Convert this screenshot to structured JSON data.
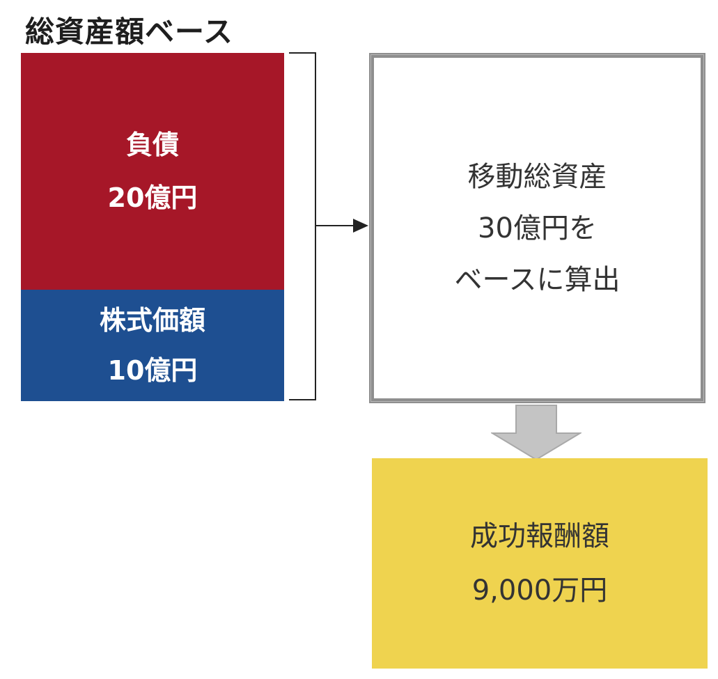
{
  "title": "総資産額ベース",
  "colors": {
    "liabilities": "#a61728",
    "equity": "#1e4f91",
    "result": "#efd34f",
    "border": "#8e8e8e",
    "arrow": "#c4c4c4"
  },
  "liabilities": {
    "label": "負債",
    "amount": "20億円"
  },
  "equity": {
    "label": "株式価額",
    "amount": "10億円"
  },
  "calculation": {
    "line1": "移動総資産",
    "line2": "30億円を",
    "line3": "ベースに算出"
  },
  "result": {
    "label": "成功報酬額",
    "amount": "9,000万円"
  }
}
